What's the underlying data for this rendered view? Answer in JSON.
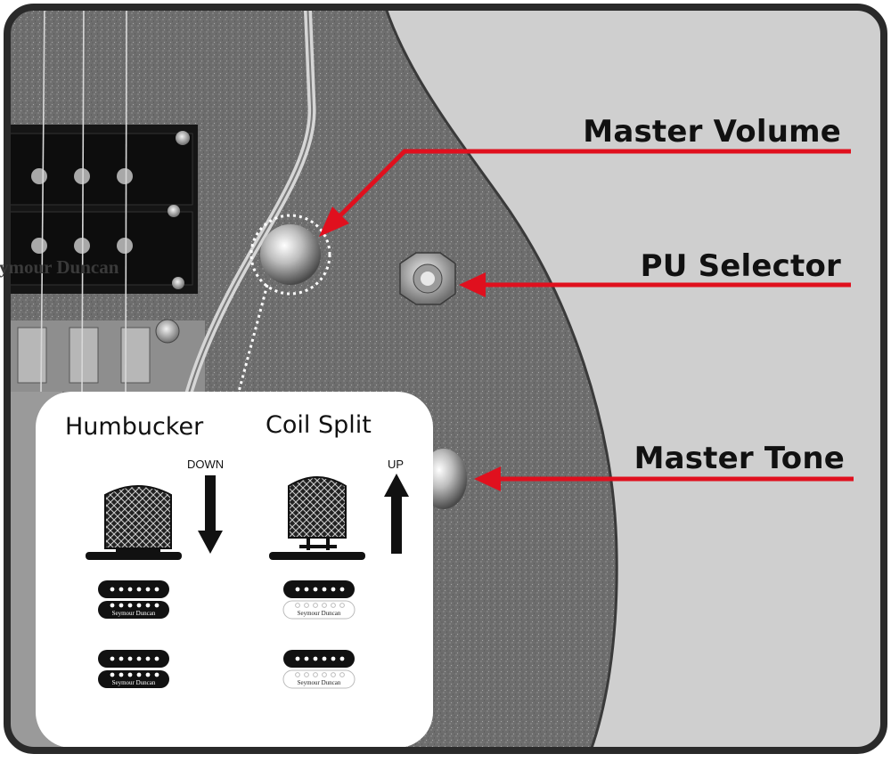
{
  "callouts": {
    "master_volume": "Master Volume",
    "pu_selector": "PU Selector",
    "master_tone": "Master Tone"
  },
  "pickup_logo_text": "Seymour Duncan",
  "inset": {
    "humbucker": {
      "title": "Humbucker",
      "direction": "DOWN"
    },
    "coil_split": {
      "title": "Coil Split",
      "direction": "UP"
    },
    "pickup_brand": "Seymour Duncan"
  },
  "colors": {
    "arrow": "#e0101e",
    "background_panel": "#cfcfcf",
    "guitar_body": "#6e6e6e",
    "frame": "#2a2a2a"
  }
}
